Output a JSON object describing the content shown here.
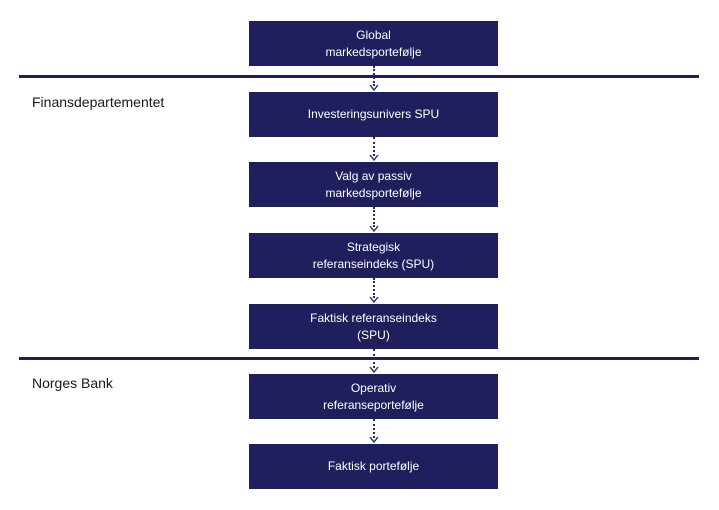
{
  "sections": {
    "finans_label": "Finansdepartementet",
    "norges_label": "Norges Bank"
  },
  "boxes": [
    {
      "id": "global",
      "lines": [
        "Global",
        "markedsportefølje"
      ]
    },
    {
      "id": "investeringsunivers",
      "lines": [
        "Investeringsunivers SPU"
      ]
    },
    {
      "id": "valg",
      "lines": [
        "Valg av passiv",
        "markedsportefølje"
      ]
    },
    {
      "id": "strategisk",
      "lines": [
        "Strategisk",
        "referanseindeks (SPU)"
      ]
    },
    {
      "id": "faktisk-referanse",
      "lines": [
        "Faktisk referanseindeks",
        "(SPU)"
      ]
    },
    {
      "id": "operativ",
      "lines": [
        "Operativ",
        "referanseportefølje"
      ]
    },
    {
      "id": "faktisk-portefolje",
      "lines": [
        "Faktisk portefølje"
      ]
    }
  ],
  "colors": {
    "box_fill": "#1f1f5e",
    "box_text": "#ffffff",
    "divider": "#1f1f5e",
    "connector": "#2a2a6a"
  }
}
